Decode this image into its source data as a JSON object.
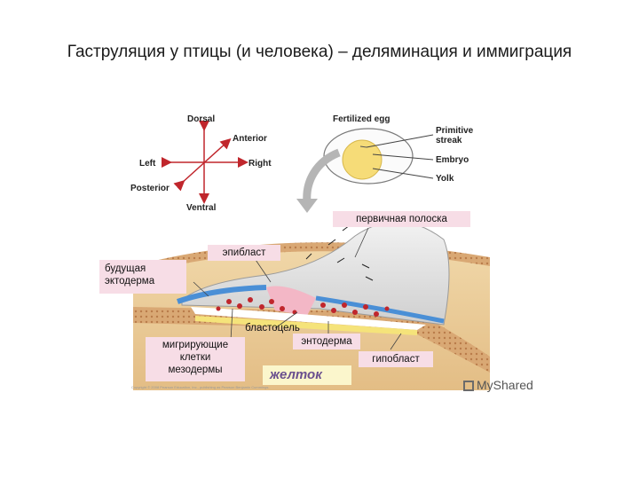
{
  "title": "Гаструляция у птицы (и человека) – деляминация и иммиграция",
  "axes": {
    "dorsal": "Dorsal",
    "anterior": "Anterior",
    "left": "Left",
    "right": "Right",
    "posterior": "Posterior",
    "ventral": "Ventral"
  },
  "egg": {
    "title": "Fertilized egg",
    "primitive_streak": [
      "Primitive",
      "streak"
    ],
    "embryo": "Embryo",
    "yolk": "Yolk"
  },
  "labels": {
    "primitive_streak_ru": "первичная полоска",
    "epiblast": "эпибласт",
    "future_ectoderm": [
      "будущая",
      "эктодерма"
    ],
    "blastocoel": "бластоцель",
    "migrating_cells": [
      "мигрирующие",
      "клетки",
      "мезодермы"
    ],
    "endoderm": "энтодерма",
    "hypoblast": "гипобласт",
    "yolk_ru": "желток"
  },
  "copyright": "Copyright © 2008 Pearson Education, Inc., publishing as Pearson Benjamin Cummings.",
  "watermark": "MyShared",
  "colors": {
    "label_pink": "#f7dde6",
    "label_yellow": "#fbf6cc",
    "ectoderm_blue": "#4a8fd6",
    "mesoderm_red": "#c0262c",
    "yolk_tan": "#e8c99a",
    "arrow_red": "#c0262c"
  }
}
